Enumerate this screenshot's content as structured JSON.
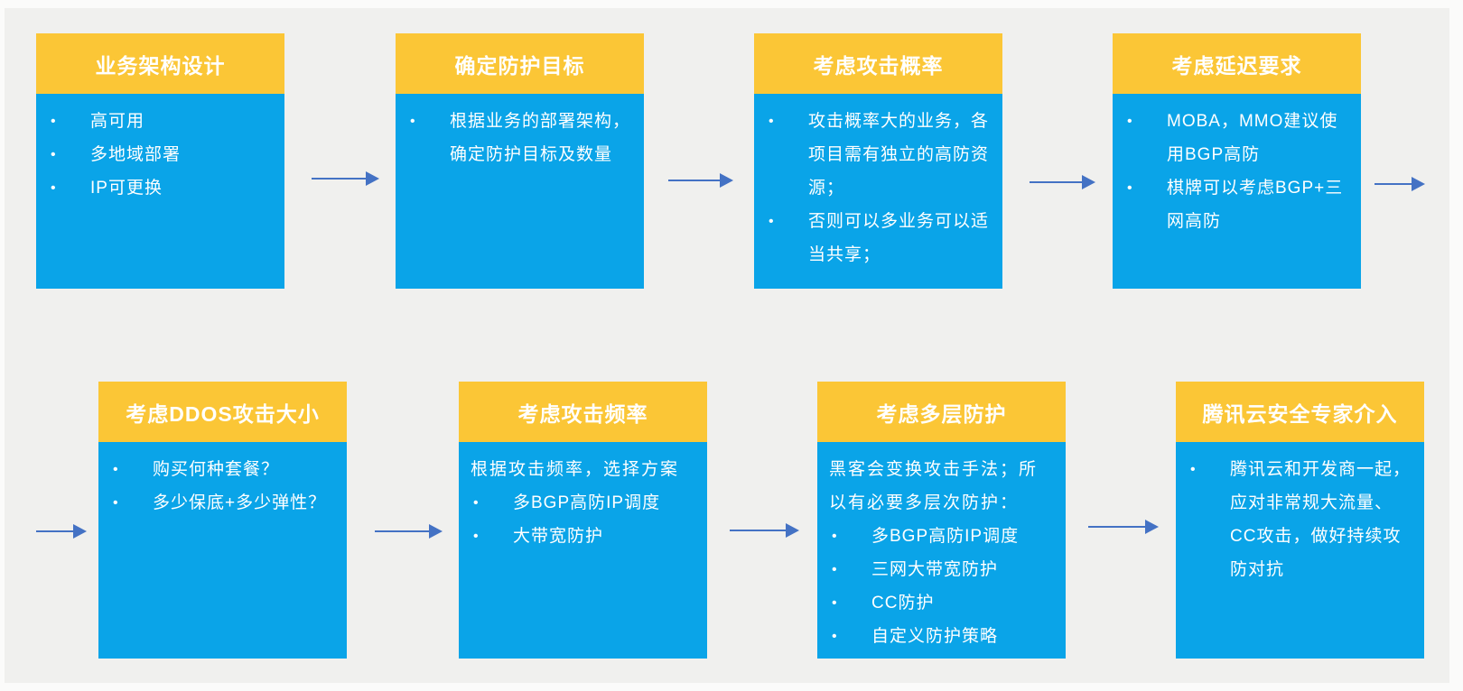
{
  "page": {
    "type": "flow-diagram",
    "topic": "DDoS防护规划流程",
    "language": "zh-CN"
  },
  "colors": {
    "background": "#f0f0ee",
    "header_bg": "#fbc636",
    "body_bg": "#0aa4e8",
    "arrow": "#4472c4",
    "text": "#ffffff"
  },
  "icons": {
    "bullet_dot": "•",
    "flow_arrow": "→"
  },
  "boxes": [
    {
      "title": "业务架构设计",
      "bullets": [
        "高可用",
        "多地域部署",
        "IP可更换"
      ]
    },
    {
      "title": "确定防护目标",
      "bullets": [
        "根据业务的部署架构，确定防护目标及数量"
      ]
    },
    {
      "title": "考虑攻击概率",
      "bullets": [
        "攻击概率大的业务，各项目需有独立的高防资源；",
        "否则可以多业务可以适当共享；"
      ]
    },
    {
      "title": "考虑延迟要求",
      "bullets": [
        "MOBA，MMO建议使用BGP高防",
        "棋牌可以考虑BGP+三网高防"
      ]
    },
    {
      "title": "考虑DDOS攻击大小",
      "bullets": [
        "购买何种套餐？",
        "多少保底+多少弹性？"
      ]
    },
    {
      "title": "考虑攻击频率",
      "intro": "根据攻击频率，选择方案",
      "bullets": [
        "多BGP高防IP调度",
        "大带宽防护"
      ]
    },
    {
      "title": "考虑多层防护",
      "intro": "黑客会变换攻击手法；所以有必要多层次防护：",
      "bullets": [
        "多BGP高防IP调度",
        "三网大带宽防护",
        "CC防护",
        "自定义防护策略"
      ]
    },
    {
      "title": "腾讯云安全专家介入",
      "bullets": [
        "腾讯云和开发商一起，应对非常规大流量、CC攻击，做好持续攻防对抗"
      ]
    }
  ]
}
